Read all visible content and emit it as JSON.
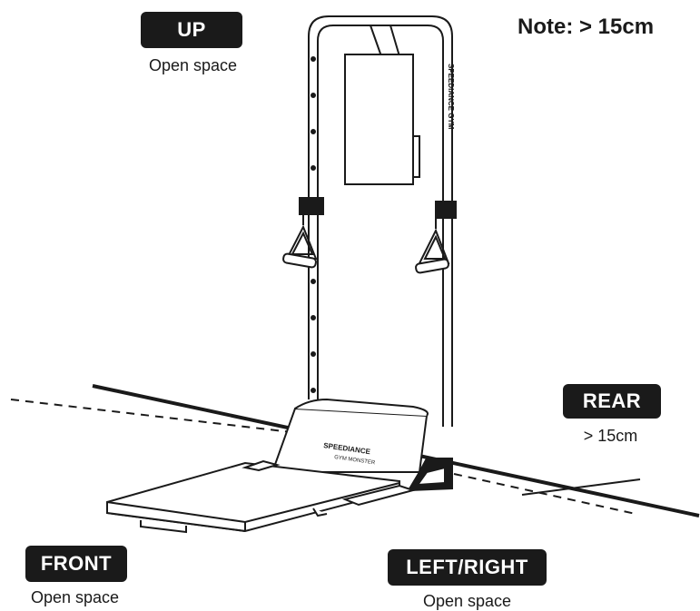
{
  "note": "Note: > 15cm",
  "labels": {
    "up": {
      "badge": "UP",
      "caption": "Open space"
    },
    "rear": {
      "badge": "REAR",
      "caption": "> 15cm"
    },
    "front": {
      "badge": "FRONT",
      "caption": "Open space"
    },
    "left_right": {
      "badge": "LEFT/RIGHT",
      "caption": "Open space"
    }
  },
  "brand": {
    "mast_text": "SPEEDIANCE GYM",
    "bench_text": "SPEEDIANCE",
    "bench_subtext": "GYM MONSTER"
  },
  "colors": {
    "ink": "#1a1a1a",
    "badge_bg": "#1a1a1a",
    "badge_text": "#ffffff",
    "background": "#ffffff"
  }
}
